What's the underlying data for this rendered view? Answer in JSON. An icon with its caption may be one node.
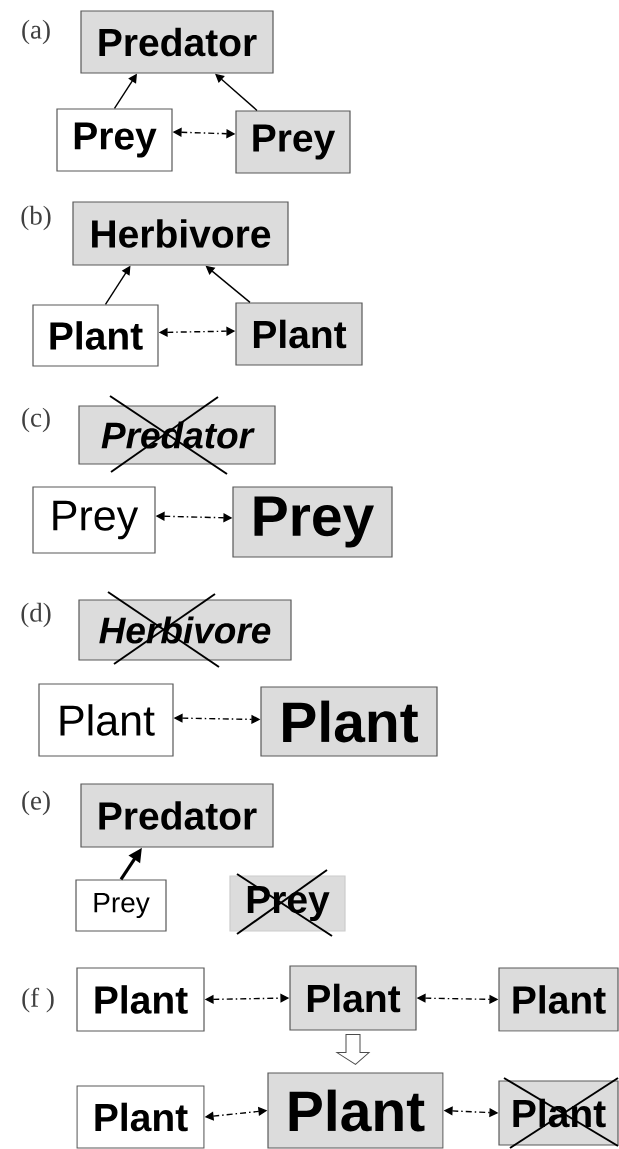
{
  "diagram": {
    "nodes": [
      {
        "text": [
          "Predator"
        ]
      },
      {
        "text": [
          "Prey"
        ]
      },
      {
        "text": [
          "Prey"
        ]
      },
      {
        "text": [
          "Herbivore"
        ]
      },
      {
        "text": [
          "Plant"
        ]
      },
      {
        "text": [
          "Plant"
        ]
      },
      {
        "text": [
          "Predator"
        ]
      },
      {
        "text": [
          "Prey"
        ]
      },
      {
        "text": [
          "Prey"
        ]
      },
      {
        "text": [
          "Herbivore"
        ]
      },
      {
        "text": [
          "Plant"
        ]
      },
      {
        "text": [
          "Plant"
        ]
      },
      {
        "text": [
          "Predator"
        ]
      },
      {
        "text": [
          "Prey"
        ]
      },
      {
        "text": [
          "Prey"
        ]
      },
      {
        "text": [
          "Plant"
        ]
      },
      {
        "text": [
          "Plant"
        ]
      },
      {
        "text": [
          "Plant"
        ]
      },
      {
        "text": [
          "Plant"
        ]
      },
      {
        "text": [
          "Plant"
        ]
      },
      {
        "text": [
          "Plant"
        ]
      }
    ],
    "edges": [
      {
        "from": 1,
        "to": 0,
        "arrow": "to"
      },
      {
        "from": 2,
        "to": 0,
        "arrow": "to"
      },
      {
        "from": 1,
        "to": 2,
        "arrow": "both",
        "style": "dashed"
      },
      {
        "from": 4,
        "to": 3,
        "arrow": "to"
      },
      {
        "from": 5,
        "to": 3,
        "arrow": "to"
      },
      {
        "from": 4,
        "to": 5,
        "arrow": "both",
        "style": "dashed"
      },
      {
        "from": 7,
        "to": 8,
        "arrow": "both",
        "style": "dashed"
      },
      {
        "from": 10,
        "to": 11,
        "arrow": "both",
        "style": "dashed"
      },
      {
        "from": 13,
        "to": 12,
        "arrow": "to",
        "style": "thick"
      },
      {
        "from": 15,
        "to": 16,
        "arrow": "both",
        "style": "dashed"
      },
      {
        "from": 16,
        "to": 17,
        "arrow": "both",
        "style": "dashed"
      },
      {
        "from": 16,
        "to": 19,
        "arrow": "to",
        "style": "thick"
      },
      {
        "from": 18,
        "to": 19,
        "arrow": "both",
        "style": "dashed"
      },
      {
        "from": 19,
        "to": 20,
        "arrow": "both",
        "style": "dashed"
      }
    ],
    "labels": [
      "(a)",
      "(b)",
      "(c)",
      "(d)",
      "(e)",
      "(f )"
    ]
  }
}
